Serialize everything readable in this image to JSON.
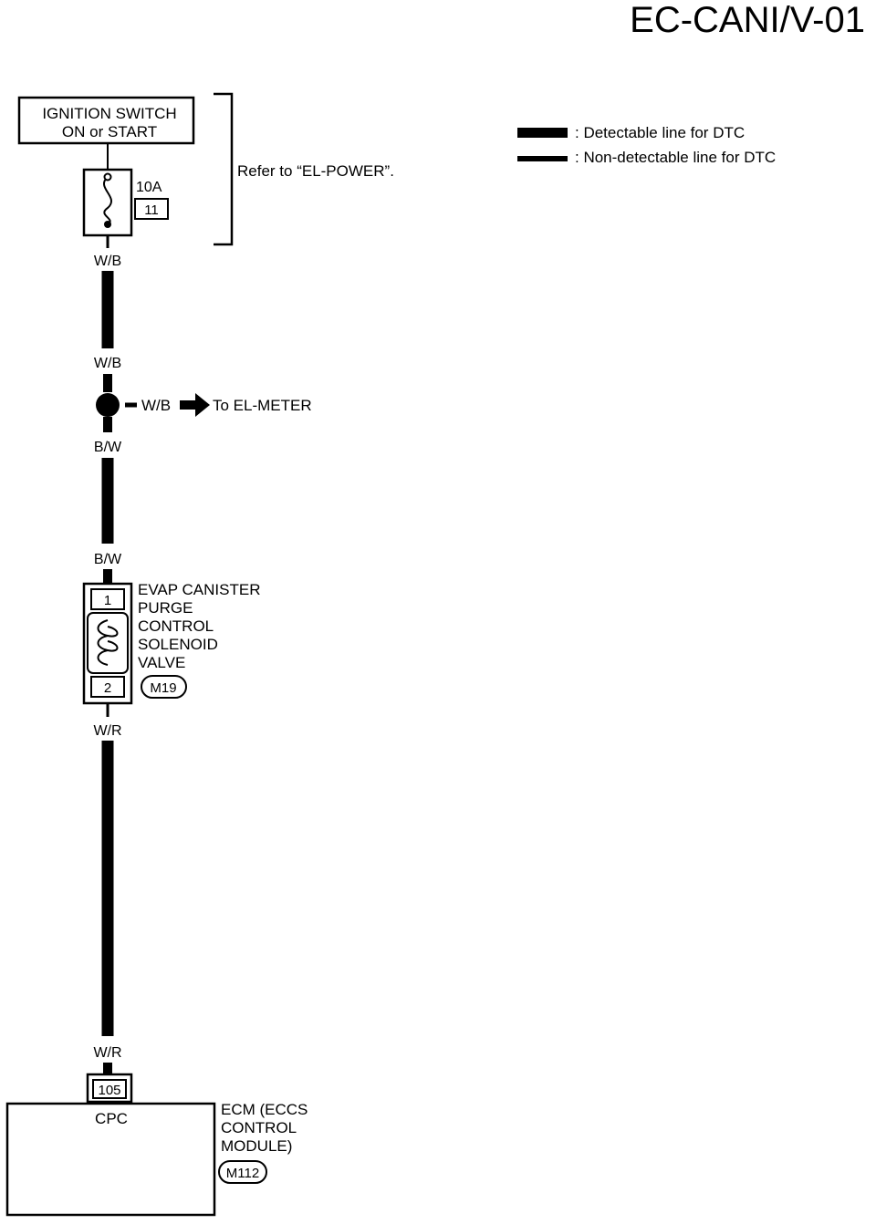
{
  "page_code": "EC-CANI/V-01",
  "ignition_switch": {
    "line1": "IGNITION SWITCH",
    "line2": "ON or START"
  },
  "fuse": {
    "rating": "10A",
    "number": "11"
  },
  "refer_note": "Refer to “EL-POWER”.",
  "legend": {
    "detectable": ": Detectable line for DTC",
    "non_detectable": ": Non-detectable line for DTC"
  },
  "wires": {
    "wb_top": "W/B",
    "wb_mid": "W/B",
    "wb_branch": "W/B",
    "bw_top": "B/W",
    "bw_bottom": "B/W",
    "wr_top": "W/R",
    "wr_bottom": "W/R"
  },
  "branch_destination": "To EL-METER",
  "solenoid": {
    "label_lines": [
      "EVAP CANISTER",
      "PURGE",
      "CONTROL",
      "SOLENOID",
      "VALVE"
    ],
    "pin_top": "1",
    "pin_bottom": "2",
    "connector": "M19"
  },
  "ecm": {
    "pin": "105",
    "terminal": "CPC",
    "label_lines": [
      "ECM (ECCS",
      "CONTROL",
      "MODULE)"
    ],
    "connector": "M112"
  },
  "colors": {
    "ink": "#000000",
    "paper": "#ffffff"
  }
}
